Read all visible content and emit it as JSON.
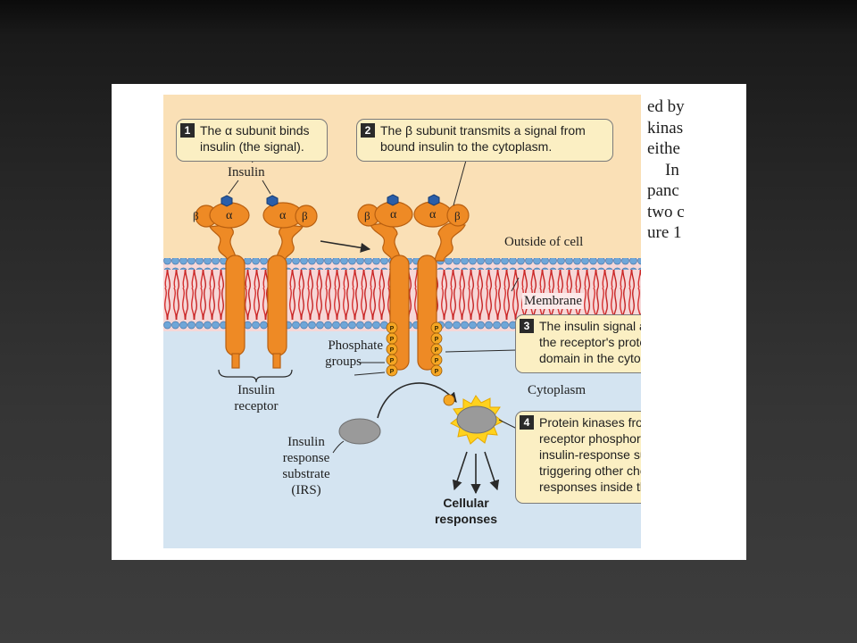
{
  "figure": {
    "callouts": [
      {
        "number": "1",
        "line1": "The α subunit binds",
        "line2": "insulin (the signal)."
      },
      {
        "number": "2",
        "line1": "The β subunit transmits a signal from",
        "line2": "bound insulin to the cytoplasm."
      },
      {
        "number": "3",
        "line1": "The insulin signal activates",
        "line2": "the receptor's protein kinase",
        "line3": "domain in the cytoplasm."
      },
      {
        "number": "4",
        "line1": "Protein kinases from the",
        "line2": "receptor phosphorylate",
        "line3": "insulin-response substrates,",
        "line4": "triggering other chemical",
        "line5": "responses inside the cell."
      }
    ],
    "labels": {
      "insulin": "Insulin",
      "outside_of_cell": "Outside of cell",
      "membrane": "Membrane",
      "cytoplasm": "Cytoplasm",
      "phosphate_line1": "Phosphate",
      "phosphate_line2": "groups",
      "receptor_line1": "Insulin",
      "receptor_line2": "receptor",
      "irs_line1": "Insulin",
      "irs_line2": "response",
      "irs_line3": "substrate",
      "irs_line4": "(IRS)",
      "cellular_line1": "Cellular",
      "cellular_line2": "responses",
      "alpha": "α",
      "beta": "β",
      "phosphate_symbol": "P"
    },
    "colors": {
      "receptor": "#ee8a25",
      "insulin": "#2a5ea8",
      "membrane_heads": "#6fa6d8",
      "membrane_tails": "#d63030",
      "callout_fill": "#fbefc3",
      "outside_bg": "#fae0b6",
      "cytoplasm_bg": "#d4e4f1",
      "substrate": "#9a9a9a",
      "activated_glow": "#ffd21e"
    }
  },
  "page_text": {
    "lines": [
      "ed by",
      "kinas",
      "eithe",
      "In",
      "panc",
      "two c",
      "ure 1"
    ]
  }
}
